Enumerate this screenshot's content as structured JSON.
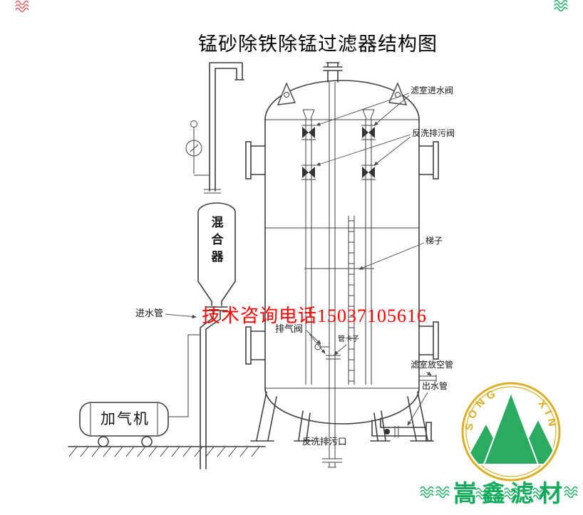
{
  "title": "锰砂除铁除锰过滤器结构图",
  "hotline": "技术咨询电话15037105616",
  "labels": {
    "filter_inlet_valve": "滤室进水阀",
    "backwash_drain_valve": "反洗排污阀",
    "ladder": "梯子",
    "mixer": "混合器",
    "inlet_pipe": "进水管",
    "exhaust_valve": "排气阀",
    "pipe_clamp": "管卡子",
    "chamber_vent_pipe": "滤室放空管",
    "outlet_pipe": "出水管",
    "backwash_drain_outlet": "反洗排污口",
    "aerator": "加气机"
  },
  "watermark": {
    "arc_text": "SONG XIN",
    "brand_text": "嵩鑫滤材",
    "ring_color": "#d7a407",
    "mountain_color": "#0ea04c",
    "brand_color": "#00a54f"
  },
  "diagram": {
    "line_color": "#3f3f3f",
    "hotline_color": "#ff0000"
  }
}
